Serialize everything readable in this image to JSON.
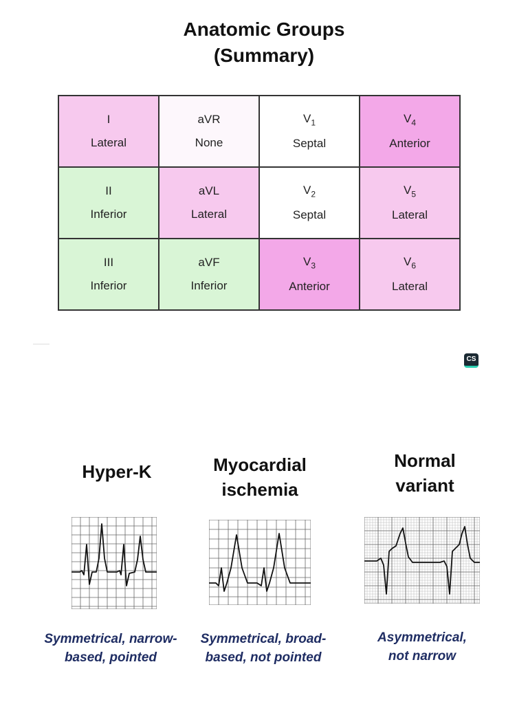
{
  "title": [
    "Anatomic Groups",
    "(Summary)"
  ],
  "table": {
    "rows": [
      [
        {
          "lead": "I",
          "sub": "",
          "group": "Lateral",
          "color": "#f7c9ee"
        },
        {
          "lead": "aVR",
          "sub": "",
          "group": "None",
          "color": "#fdf7fc"
        },
        {
          "lead": "V",
          "sub": "1",
          "group": "Septal",
          "color": "#ffffff"
        },
        {
          "lead": "V",
          "sub": "4",
          "group": "Anterior",
          "color": "#f3a8e8"
        }
      ],
      [
        {
          "lead": "II",
          "sub": "",
          "group": "Inferior",
          "color": "#d9f5d6"
        },
        {
          "lead": "aVL",
          "sub": "",
          "group": "Lateral",
          "color": "#f7c9ee"
        },
        {
          "lead": "V",
          "sub": "2",
          "group": "Septal",
          "color": "#ffffff"
        },
        {
          "lead": "V",
          "sub": "5",
          "group": "Lateral",
          "color": "#f7c9ee"
        }
      ],
      [
        {
          "lead": "III",
          "sub": "",
          "group": "Inferior",
          "color": "#d9f5d6"
        },
        {
          "lead": "aVF",
          "sub": "",
          "group": "Inferior",
          "color": "#d9f5d6"
        },
        {
          "lead": "V",
          "sub": "3",
          "group": "Anterior",
          "color": "#f3a8e8"
        },
        {
          "lead": "V",
          "sub": "6",
          "group": "Lateral",
          "color": "#f7c9ee"
        }
      ]
    ]
  },
  "badge": "CS",
  "panels": [
    {
      "title": [
        "Hyper-K"
      ],
      "caption": [
        "Symmetrical, narrow-",
        "based, pointed"
      ],
      "waveform": "narrow-peaked"
    },
    {
      "title": [
        "Myocardial",
        "ischemia"
      ],
      "caption": [
        "Symmetrical, broad-",
        "based, not pointed"
      ],
      "waveform": "broad-symmetric"
    },
    {
      "title": [
        "Normal",
        "variant"
      ],
      "caption": [
        "Asymmetrical,",
        "not narrow"
      ],
      "waveform": "asymmetric"
    }
  ],
  "colors": {
    "caption": "#1f2d63",
    "pink_light": "#f7c9ee",
    "pink_strong": "#f3a8e8",
    "green": "#d9f5d6"
  }
}
